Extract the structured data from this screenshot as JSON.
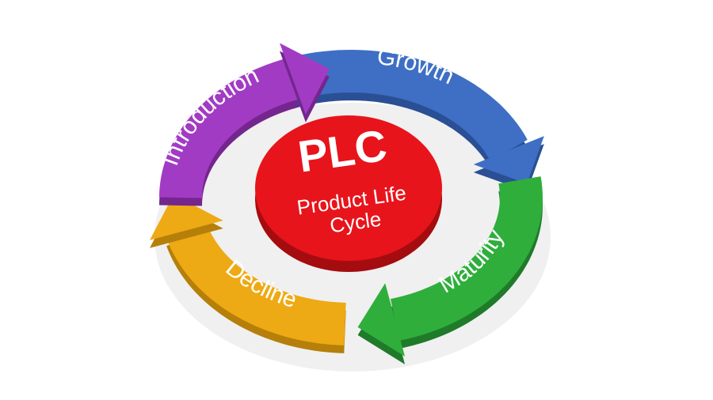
{
  "center": {
    "title": "PLC",
    "subtitle_line1": "Product Life",
    "subtitle_line2": "Cycle",
    "color": "#e8141b"
  },
  "stages": [
    {
      "key": "growth",
      "label": "Growth",
      "color": "#3e6fc4",
      "dark": "#2a4f94"
    },
    {
      "key": "maturity",
      "label": "Maturity",
      "color": "#2fae3c",
      "dark": "#1f7a29"
    },
    {
      "key": "decline",
      "label": "Decline",
      "color": "#eeaa14",
      "dark": "#b57f0a"
    },
    {
      "key": "introduction",
      "label": "Introduction",
      "color": "#a23bc4",
      "dark": "#74268e"
    }
  ]
}
